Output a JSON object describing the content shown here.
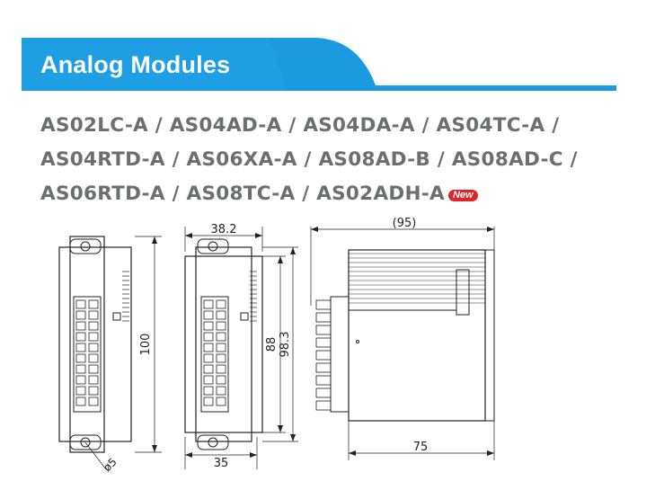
{
  "banner": {
    "title": "Analog Modules",
    "color": "#1e9ee3"
  },
  "models": {
    "line1": "AS02LC-A / AS04AD-A / AS04DA-A / AS04TC-A /",
    "line2": "AS04RTD-A / AS06XA-A / AS08AD-B / AS08AD-C /",
    "line3": "AS06RTD-A / AS08TC-A / AS02ADH-A",
    "new_badge": "New",
    "badge_color": "#e0242b"
  },
  "dimensions": {
    "front_height": "100",
    "hole_diameter": "ø5",
    "top_width": "38.2",
    "inner_height": "88",
    "outer_height": "98.3",
    "bottom_width": "35",
    "side_depth": "(95)",
    "side_base": "75"
  }
}
